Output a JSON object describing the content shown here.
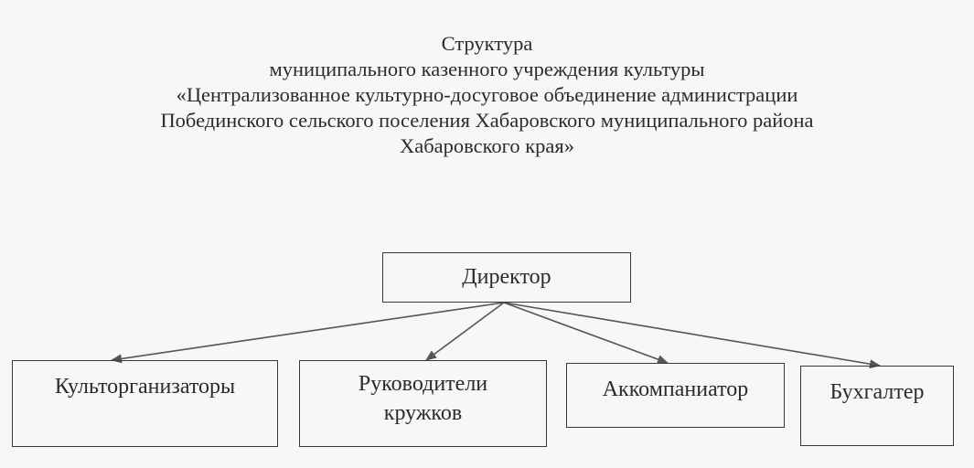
{
  "header": {
    "lines": [
      "Структура",
      "муниципального казенного учреждения культуры",
      "«Централизованное культурно-досуговое объединение администрации",
      "Побединского сельского поселения Хабаровского муниципального района",
      "Хабаровского края»"
    ]
  },
  "org_chart": {
    "root": {
      "label": "Директор"
    },
    "children": [
      {
        "lines": [
          "Культорганизаторы"
        ]
      },
      {
        "lines": [
          "Руководители",
          "кружков"
        ]
      },
      {
        "lines": [
          "Аккомпаниатор"
        ]
      },
      {
        "lines": [
          "Бухгалтер"
        ]
      }
    ]
  },
  "colors": {
    "line": "#555555",
    "border": "#3a3a3a",
    "text": "#2b2b2b",
    "background": "#f7f7f5"
  }
}
